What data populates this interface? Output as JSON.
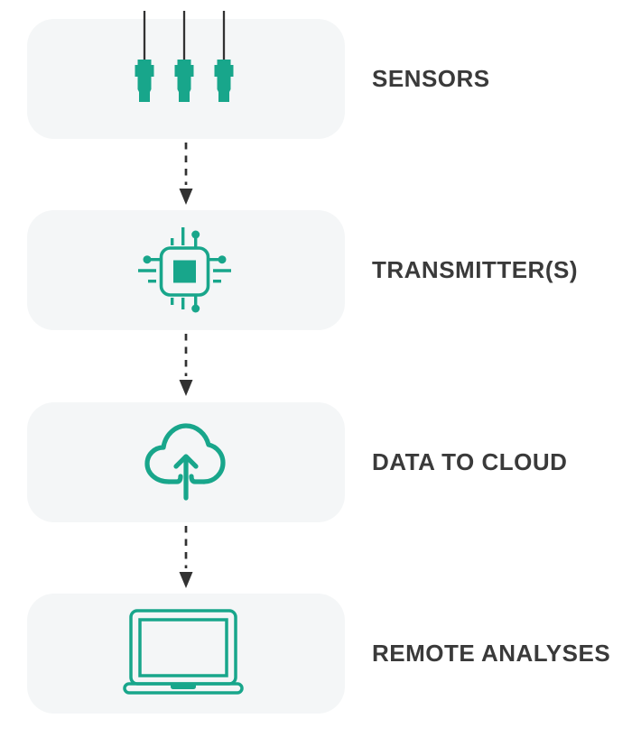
{
  "diagram": {
    "title": "sensor-data-pipeline",
    "steps": [
      {
        "label": "SENSORS",
        "icon": "sensor-probes-icon"
      },
      {
        "label": "TRANSMITTER(S)",
        "icon": "chip-icon"
      },
      {
        "label": "DATA TO CLOUD",
        "icon": "cloud-upload-icon"
      },
      {
        "label": "REMOTE ANALYSES",
        "icon": "laptop-icon"
      }
    ],
    "connector_style": "dashed-arrow-down",
    "sensor_count": 3
  },
  "colors": {
    "accent": "#18a68b",
    "card_background": "#f4f6f7",
    "label_text": "#3a3a3a",
    "connector": "#323232",
    "page_background": "#ffffff"
  }
}
